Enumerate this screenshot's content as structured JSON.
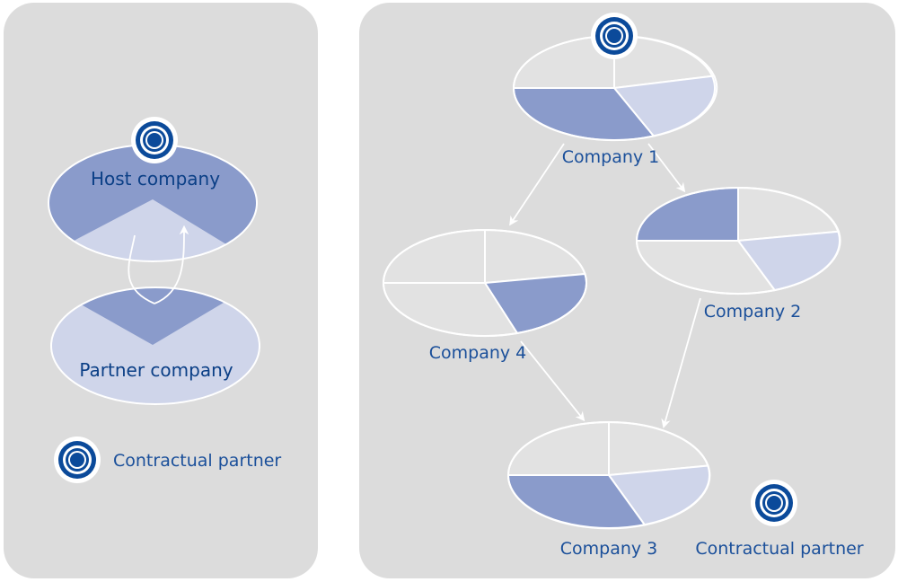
{
  "left_panel": {
    "host_label": "Host company",
    "partner_label": "Partner company",
    "legend_label": "Contractual partner",
    "legend_icon": "contractual-partner-icon"
  },
  "right_panel": {
    "company1_label": "Company 1",
    "company2_label": "Company 2",
    "company3_label": "Company 3",
    "company4_label": "Company 4",
    "legend_label": "Contractual partner",
    "legend_icon": "contractual-partner-icon"
  },
  "colors": {
    "panel_bg": "#dcdcdc",
    "dark_segment": "#8a9bcb",
    "light_segment": "#cfd5ea",
    "empty_segment": "#e2e2e2",
    "outline": "#ffffff",
    "label": "#1a4f9a",
    "icon_blue": "#0b4a9a"
  }
}
